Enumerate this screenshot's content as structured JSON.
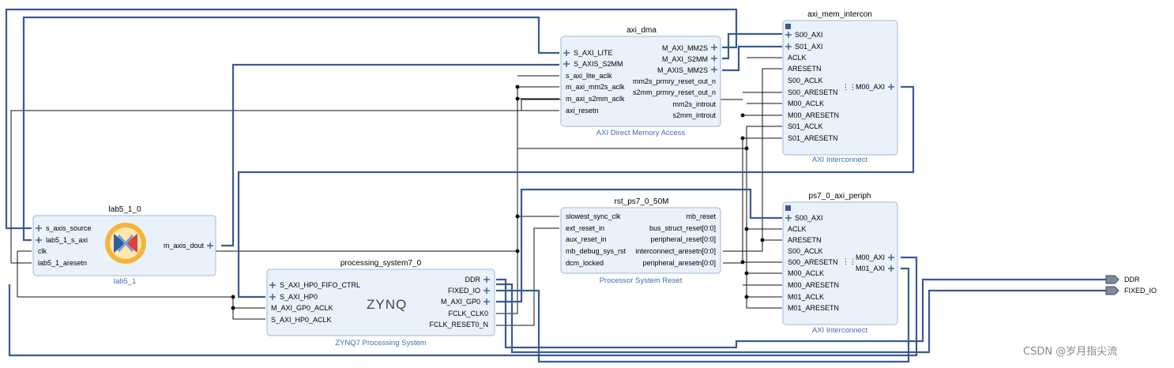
{
  "blocks": {
    "axi_dma": {
      "instance": "axi_dma",
      "subtitle": "AXI Direct Memory Access",
      "left_ports": [
        "S_AXI_LITE",
        "S_AXIS_S2MM",
        "s_axi_lite_aclk",
        "m_axi_mm2s_aclk",
        "m_axi_s2mm_aclk",
        "axi_resetn"
      ],
      "right_ports": [
        "M_AXI_MM2S",
        "M_AXI_S2MM",
        "M_AXIS_MM2S",
        "mm2s_prmry_reset_out_n",
        "s2mm_prmry_reset_out_n",
        "mm2s_introut",
        "s2mm_introut"
      ]
    },
    "axi_mem_intercon": {
      "instance": "axi_mem_intercon",
      "subtitle": "AXI Interconnect",
      "left_ports": [
        "S00_AXI",
        "S01_AXI",
        "ACLK",
        "ARESETN",
        "S00_ACLK",
        "S00_ARESETN",
        "M00_ACLK",
        "M00_ARESETN",
        "S01_ACLK",
        "S01_ARESETN"
      ],
      "right_ports": [
        "M00_AXI"
      ]
    },
    "lab5_1_0": {
      "instance": "lab5_1_0",
      "subtitle": "lab5_1",
      "left_ports": [
        "s_axis_source",
        "lab5_1_s_axi",
        "clk",
        "lab5_1_aresetn"
      ],
      "right_ports": [
        "m_axis_dout"
      ]
    },
    "rst_ps7_0_50M": {
      "instance": "rst_ps7_0_50M",
      "subtitle": "Processor System Reset",
      "left_ports": [
        "slowest_sync_clk",
        "ext_reset_in",
        "aux_reset_in",
        "mb_debug_sys_rst",
        "dcm_locked"
      ],
      "right_ports": [
        "mb_reset",
        "bus_struct_reset[0:0]",
        "peripheral_reset[0:0]",
        "interconnect_aresetn[0:0]",
        "peripheral_aresetn[0:0]"
      ]
    },
    "ps7_0_axi_periph": {
      "instance": "ps7_0_axi_periph",
      "subtitle": "AXI Interconnect",
      "left_ports": [
        "S00_AXI",
        "ACLK",
        "ARESETN",
        "S00_ACLK",
        "S00_ARESETN",
        "M00_ACLK",
        "M00_ARESETN",
        "M01_ACLK",
        "M01_ARESETN"
      ],
      "right_ports": [
        "M00_AXI",
        "M01_AXI"
      ]
    },
    "processing_system7_0": {
      "instance": "processing_system7_0",
      "subtitle": "ZYNQ7 Processing System",
      "logo": "ZYNQ",
      "left_ports": [
        "S_AXI_HP0_FIFO_CTRL",
        "S_AXI_HP0",
        "M_AXI_GP0_ACLK",
        "S_AXI_HP0_ACLK"
      ],
      "right_ports": [
        "DDR",
        "FIXED_IO",
        "M_AXI_GP0",
        "FCLK_CLK0",
        "FCLK_RESET0_N"
      ]
    }
  },
  "external_ports": [
    "DDR",
    "FIXED_IO"
  ],
  "watermark": "CSDN @岁月指尖流",
  "colors": {
    "block_fill": "#e9f2fb",
    "block_border": "#9fb8d3",
    "bus": "#3a5a94",
    "net": "#111111",
    "subtitle": "#3a6fb0"
  }
}
